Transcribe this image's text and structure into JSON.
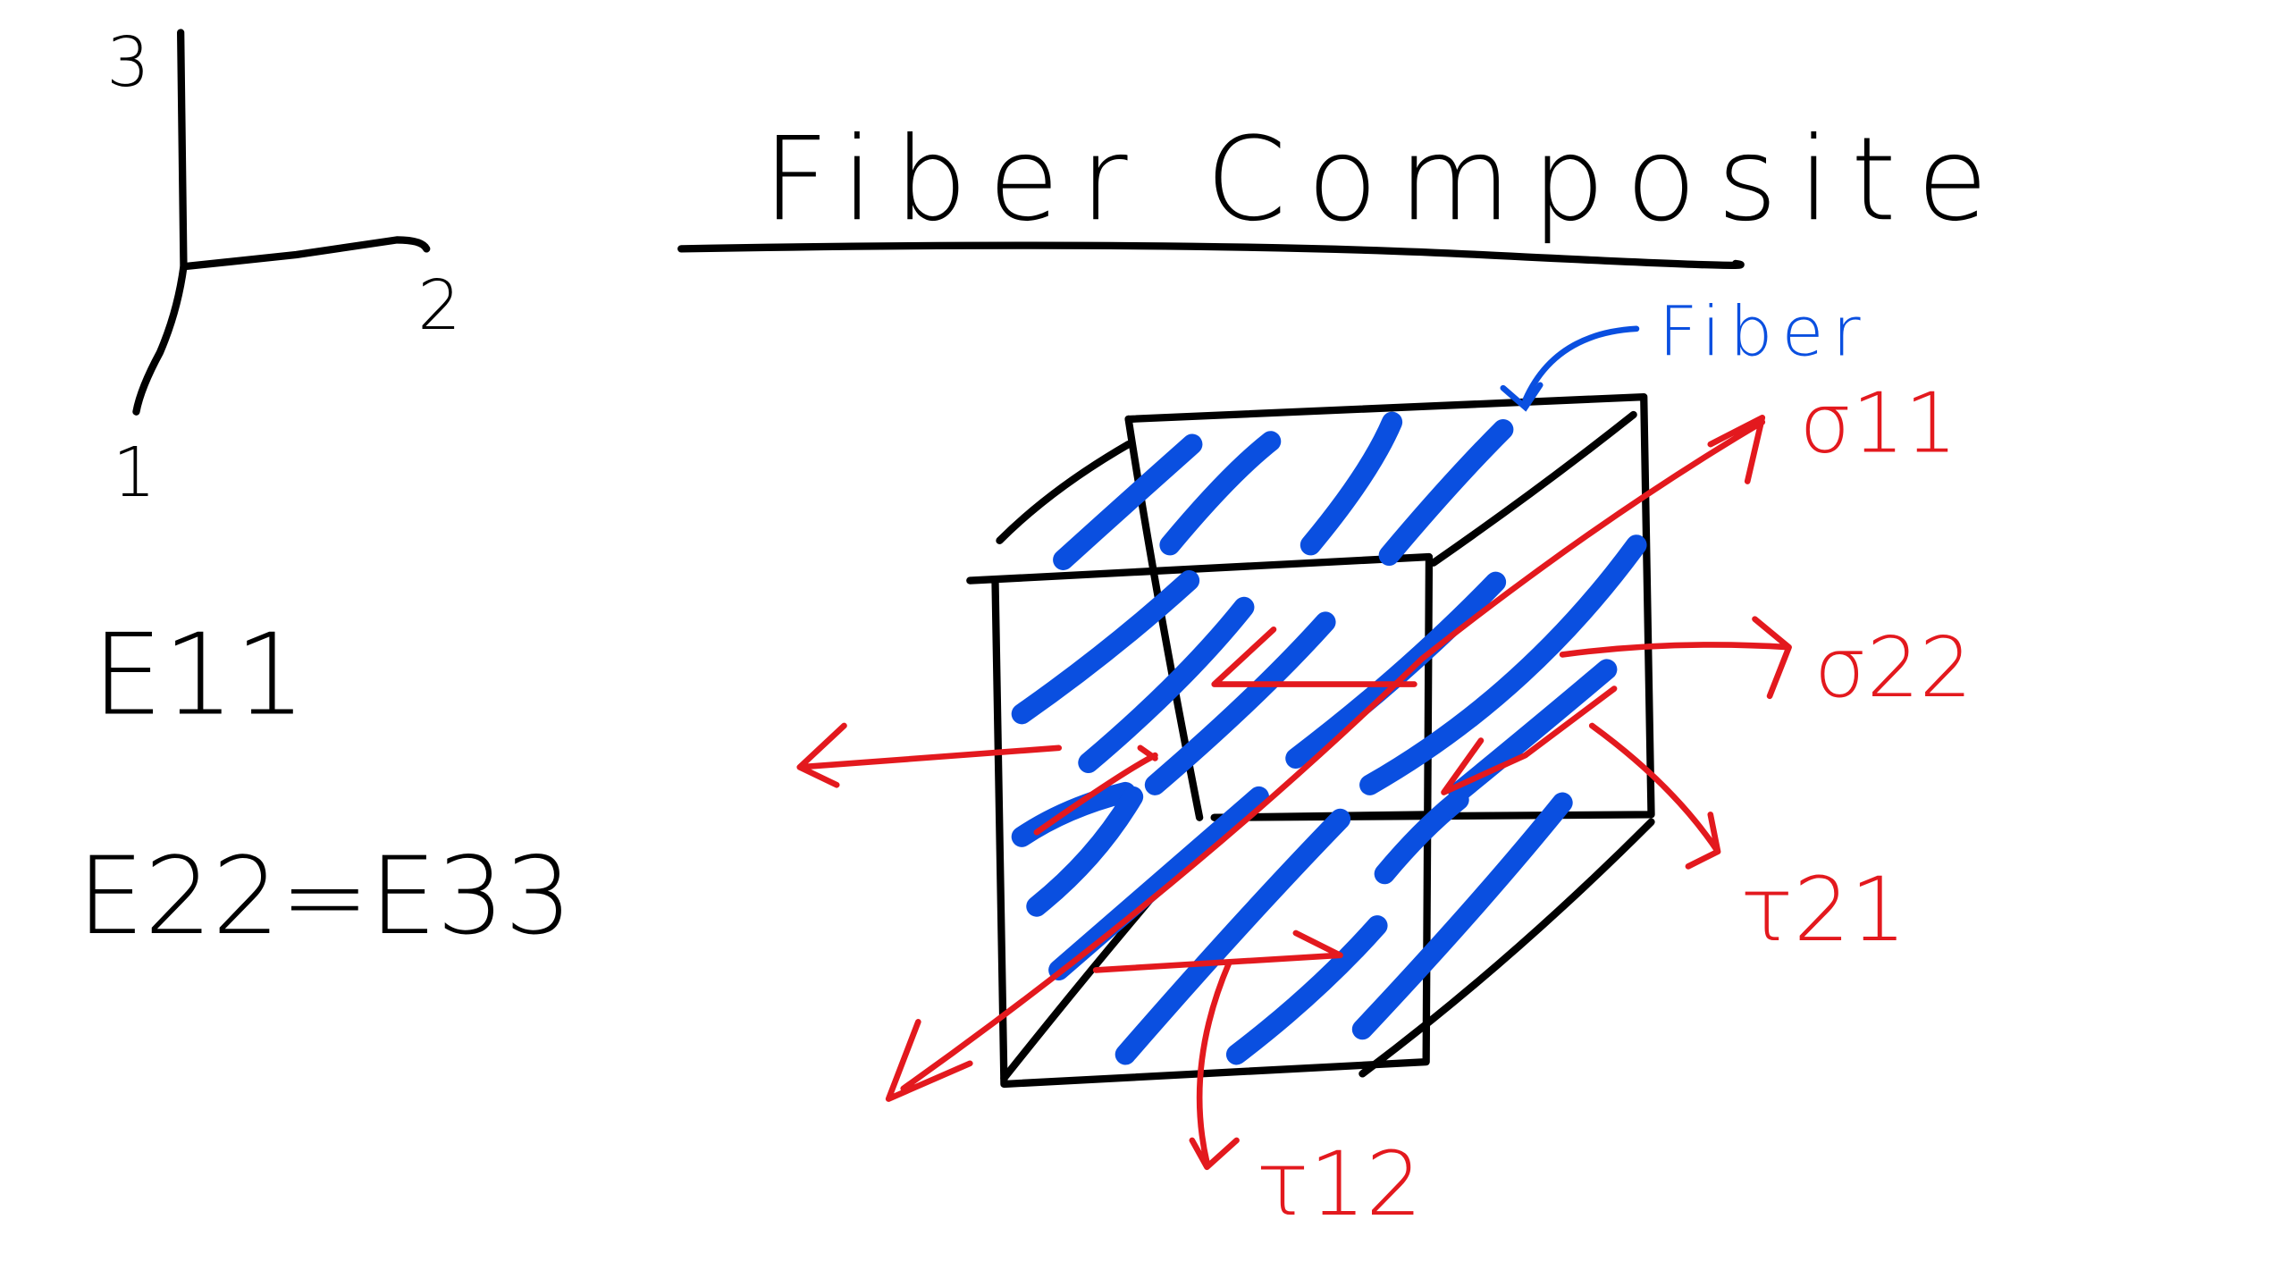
{
  "title": "Fiber Composite",
  "axes": {
    "axis_3": "3",
    "axis_2": "2",
    "axis_1": "1"
  },
  "equations": {
    "e11": "E11",
    "e22_e33": "E22=E33"
  },
  "fiber_label": "Fiber",
  "stress_labels": {
    "sigma11": "σ11",
    "sigma22": "σ22",
    "tau21": "τ21",
    "tau12": "τ12"
  },
  "colors": {
    "ink": "#000000",
    "fiber": "#0a4fe0",
    "stress": "#e3191e"
  }
}
